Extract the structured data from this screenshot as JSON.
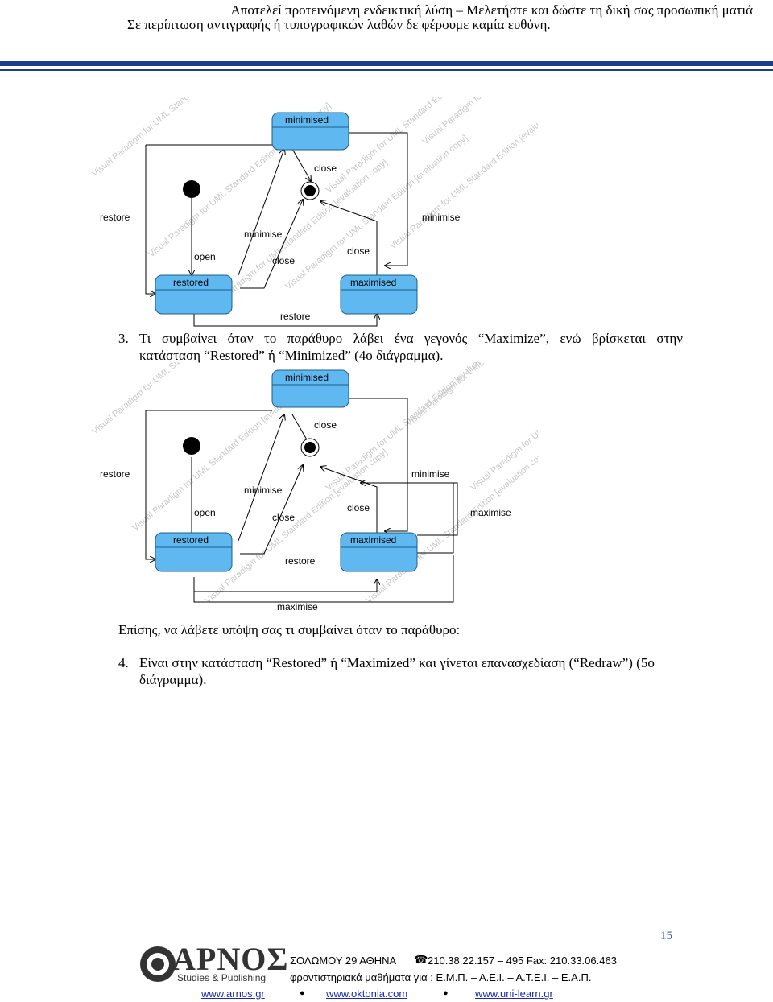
{
  "header": {
    "line1": "Αποτελεί προτεινόμενη ενδεικτική λύση – Μελετήστε και δώστε τη δική σας προσωπική ματιά",
    "line2": "Σε περίπτωση αντιγραφής ή τυπογραφικών λαθών δε φέρουμε καμία ευθύνη."
  },
  "q3": {
    "number": "3.",
    "line1": "Τι συμβαίνει όταν το παράθυρο λάβει ένα γεγονός “Maximize”, ενώ βρίσκεται στην",
    "line2": "κατάσταση “Restored” ή “Minimized” (4ο διάγραμμα)."
  },
  "note": "Επίσης, να λάβετε υπόψη σας τι συμβαίνει όταν το παράθυρο:",
  "q4": {
    "number": "4.",
    "line1": "Είναι στην κατάσταση “Restored” ή “Maximized” και γίνεται επανασχεδίαση (“Redraw”) (5ο",
    "line2": "διάγραμμα)."
  },
  "watermark": "Visual Paradigm for UML Standard Edition [evaluation copy]",
  "diagram1": {
    "states": {
      "minimised": "minimised",
      "restored": "restored",
      "maximised": "maximised"
    },
    "transitions": {
      "close_top": "close",
      "restore_left": "restore",
      "minimise_right": "minimise",
      "minimise_mid": "minimise",
      "open": "open",
      "close_mid": "close",
      "close_right": "close",
      "restore_bottom": "restore"
    }
  },
  "diagram2": {
    "states": {
      "minimised": "minimised",
      "restored": "restored",
      "maximised": "maximised"
    },
    "transitions": {
      "close_top": "close",
      "restore_left": "restore",
      "minimise_right": "minimise",
      "maximise_right": "maximise",
      "minimise_mid": "minimise",
      "open": "open",
      "close_mid": "close",
      "close_right": "close",
      "restore_bottom": "restore",
      "maximise_bottom": "maximise"
    }
  },
  "page_number": "15",
  "footer": {
    "logo_main": "ΑΡΝΟΣ",
    "logo_sub": "Studies & Publishing",
    "address": "ΣΟΛΩΜΟΥ 29 ΑΘΗΝΑ",
    "phone": "210.38.22.157 – 495 Fax: 210.33.06.463",
    "phone_icon": "telephone-icon",
    "tagline": "φροντιστηριακά μαθήματα για : Ε.Μ.Π. – Α.Ε.Ι. – Α.Τ.Ε.Ι. – Ε.Α.Π.",
    "links": [
      "www.arnos.gr",
      "www.oktonia.com",
      "www.uni-learn.gr"
    ]
  },
  "colors": {
    "rule": "#1f3b8c",
    "state_fill": "#5fb8ef",
    "link": "#1a2bb5"
  }
}
